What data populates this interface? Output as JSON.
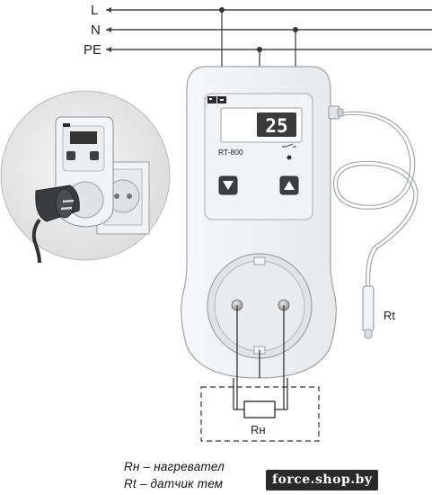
{
  "lines": {
    "l_label": "L",
    "n_label": "N",
    "pe_label": "PE"
  },
  "device": {
    "display_value": "25",
    "model": "RT-800",
    "button_down": "down-arrow-icon",
    "button_up": "up-arrow-icon"
  },
  "sensor": {
    "label": "Rt"
  },
  "load": {
    "label": "Rн"
  },
  "legend": {
    "line1": "Rн – нагревател",
    "line2": "Rt – датчик тем"
  },
  "watermark": "force.shop.by",
  "colors": {
    "line": "#444444",
    "device_body": "#eef0f1",
    "display_bg": "#3a3a3a"
  }
}
